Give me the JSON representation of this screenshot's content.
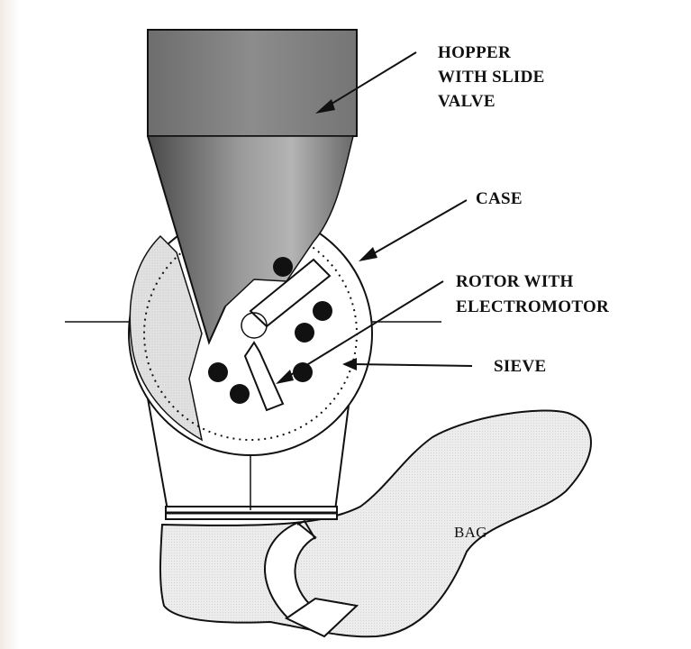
{
  "diagram": {
    "labels": {
      "hopper": [
        "HOPPER",
        "WITH SLIDE",
        "VALVE"
      ],
      "case": "CASE",
      "rotor": [
        "ROTOR WITH",
        "ELECTROMOTOR"
      ],
      "sieve": "SIEVE",
      "bag": "BAG"
    }
  }
}
